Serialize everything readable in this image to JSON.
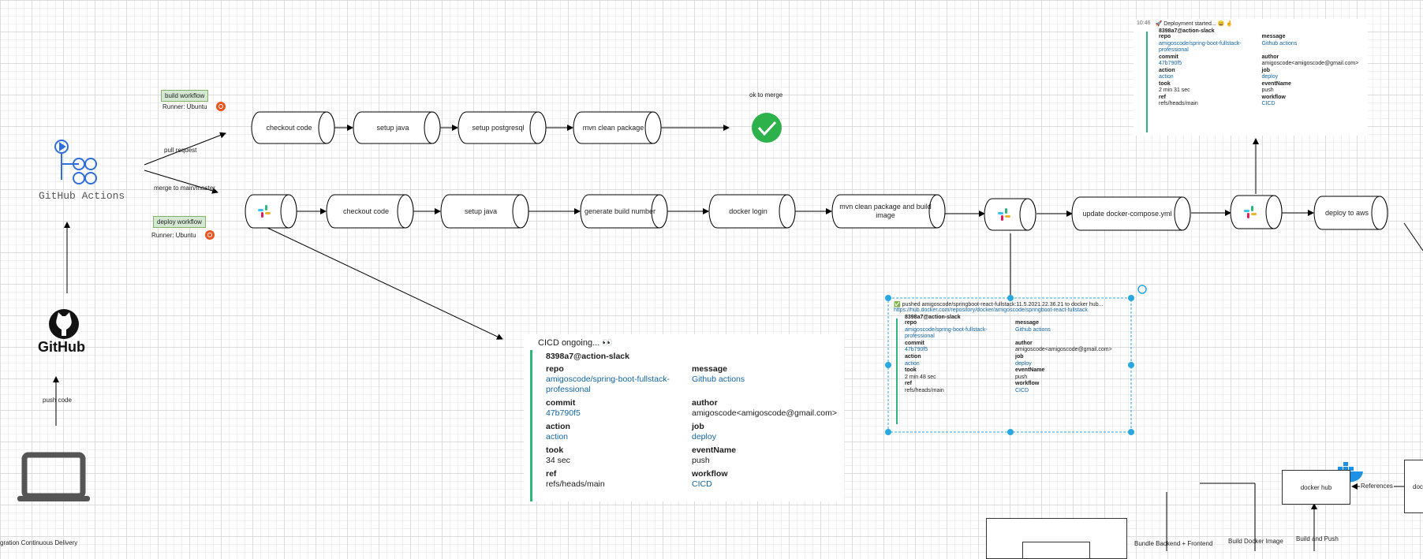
{
  "actors": {
    "github_actions": "GitHub Actions",
    "github": "GitHub",
    "push_code": "push code",
    "pull_request": "pull request",
    "merge": "merge to main/master",
    "bottom_caption": "gration Continuous Delivery"
  },
  "build_row": {
    "tag": "build workflow",
    "runner": "Runner: Ubuntu",
    "steps": [
      "checkout code",
      "setup java",
      "setup postgresql",
      "mvn clean package"
    ],
    "ok_label": "ok to merge"
  },
  "deploy_row": {
    "tag": "deploy workflow",
    "runner": "Runner: Ubuntu",
    "steps": [
      "checkout code",
      "setup java",
      "generate build number",
      "docker login",
      "mvn clean package and build image",
      "update docker-compose.yml",
      "deploy to aws"
    ]
  },
  "slack_main": {
    "header": "CICD ongoing... 👀",
    "account": "8398a7@action-slack",
    "fields": [
      {
        "k": "repo",
        "v": "amigoscode/spring-boot-fullstack-professional",
        "link": true
      },
      {
        "k": "message",
        "v": "Github actions",
        "link": true
      },
      {
        "k": "commit",
        "v": "47b790f5",
        "link": true
      },
      {
        "k": "author",
        "v": "amigoscode<amigoscode@gmail.com>",
        "link": false
      },
      {
        "k": "action",
        "v": "action",
        "link": true
      },
      {
        "k": "job",
        "v": "deploy",
        "link": true
      },
      {
        "k": "took",
        "v": "34 sec",
        "link": false
      },
      {
        "k": "eventName",
        "v": "push",
        "link": false
      },
      {
        "k": "ref",
        "v": "refs/heads/main",
        "link": false
      },
      {
        "k": "workflow",
        "v": "CICD",
        "link": true
      }
    ]
  },
  "slack_top": {
    "time": "10:46",
    "header": "🚀 Deployment started... 😄 🤞",
    "account": "8398a7@action-slack",
    "fields": [
      {
        "k": "repo",
        "v": "amigoscode/spring-boot-fullstack-professional",
        "link": true
      },
      {
        "k": "message",
        "v": "Github actions",
        "link": true
      },
      {
        "k": "commit",
        "v": "47b790f5",
        "link": true
      },
      {
        "k": "author",
        "v": "amigoscode<amigoscode@gmail.com>",
        "link": false
      },
      {
        "k": "action",
        "v": "action",
        "link": true
      },
      {
        "k": "job",
        "v": "deploy",
        "link": true
      },
      {
        "k": "took",
        "v": "2 min 31 sec",
        "link": false
      },
      {
        "k": "eventName",
        "v": "push",
        "link": false
      },
      {
        "k": "ref",
        "v": "refs/heads/main",
        "link": false
      },
      {
        "k": "workflow",
        "v": "CICD",
        "link": true
      }
    ]
  },
  "slack_mid": {
    "header": "✅ pushed amigoscode/springboot-react-fullstack:11.5.2021.22.36.21 to docker hub...",
    "link": "https://hub.docker.com/repository/docker/amigoscode/springboot-react-fullstack",
    "account": "8398a7@action-slack",
    "fields": [
      {
        "k": "repo",
        "v": "amigoscode/spring-boot-fullstack-professional",
        "link": true
      },
      {
        "k": "message",
        "v": "Github actions",
        "link": true
      },
      {
        "k": "commit",
        "v": "47b790f5",
        "link": true
      },
      {
        "k": "author",
        "v": "amigoscode<amigoscode@gmail.com>",
        "link": false
      },
      {
        "k": "action",
        "v": "action",
        "link": true
      },
      {
        "k": "job",
        "v": "deploy",
        "link": true
      },
      {
        "k": "took",
        "v": "2 min 48 sec",
        "link": false
      },
      {
        "k": "eventName",
        "v": "push",
        "link": false
      },
      {
        "k": "ref",
        "v": "refs/heads/main",
        "link": false
      },
      {
        "k": "workflow",
        "v": "CICD",
        "link": true
      }
    ]
  },
  "bottom": {
    "docker_hub": "docker hub",
    "references": "References",
    "doc_partial": "doc",
    "build_and_push": "Build and Push",
    "build_docker_image": "Build Docker Image",
    "bundle": "Bundle Backend + Frontend"
  },
  "colors": {
    "slack_green": "#2eb67d",
    "link": "#1264a3",
    "tag_fill": "#d5e8d4",
    "tag_stroke": "#82b366",
    "ok_green": "#2db14a",
    "selection": "#29a8e0"
  }
}
